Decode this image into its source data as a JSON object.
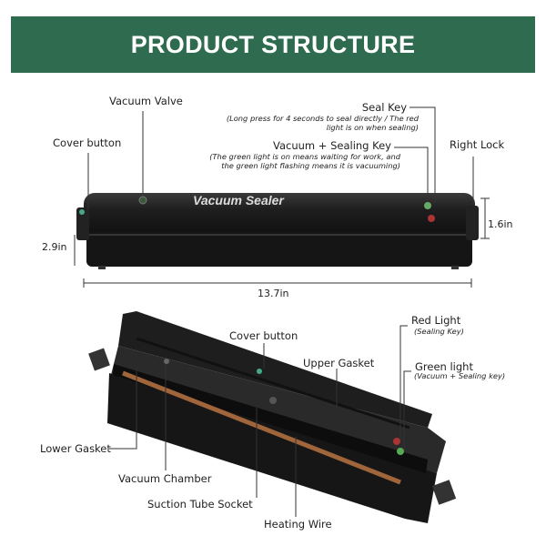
{
  "title": "PRODUCT STRUCTURE",
  "top_device": {
    "brand": "Vacuum Sealer",
    "labels": {
      "vacuum_valve": "Vacuum Valve",
      "cover_button": "Cover button",
      "seal_key": "Seal Key",
      "seal_key_note_1": "(Long press for 4 seconds to seal directly / The red",
      "seal_key_note_2": "light is on when sealing)",
      "vacuum_sealing_key": "Vacuum + Sealing Key",
      "vacuum_sealing_note_1": "(The green light is on means waiting for work, and",
      "vacuum_sealing_note_2": "the green light flashing means it is vacuuming)",
      "right_lock": "Right Lock"
    },
    "dimensions": {
      "height": "2.9in",
      "thickness": "1.6in",
      "length": "13.7in"
    }
  },
  "bottom_device": {
    "labels": {
      "cover_button": "Cover button",
      "upper_gasket": "Upper Gasket",
      "red_light": "Red Light",
      "red_light_note": "(Sealing Key)",
      "green_light": "Green light",
      "green_light_note": "(Vacuum + Sealing key)",
      "lower_gasket": "Lower Gasket",
      "vacuum_chamber": "Vacuum Chamber",
      "suction_tube_socket": "Suction Tube Socket",
      "heating_wire": "Heating Wire"
    }
  },
  "colors": {
    "banner": "#2f6b4f",
    "device": "#1c1c1c",
    "heating_wire": "#a0653a"
  }
}
